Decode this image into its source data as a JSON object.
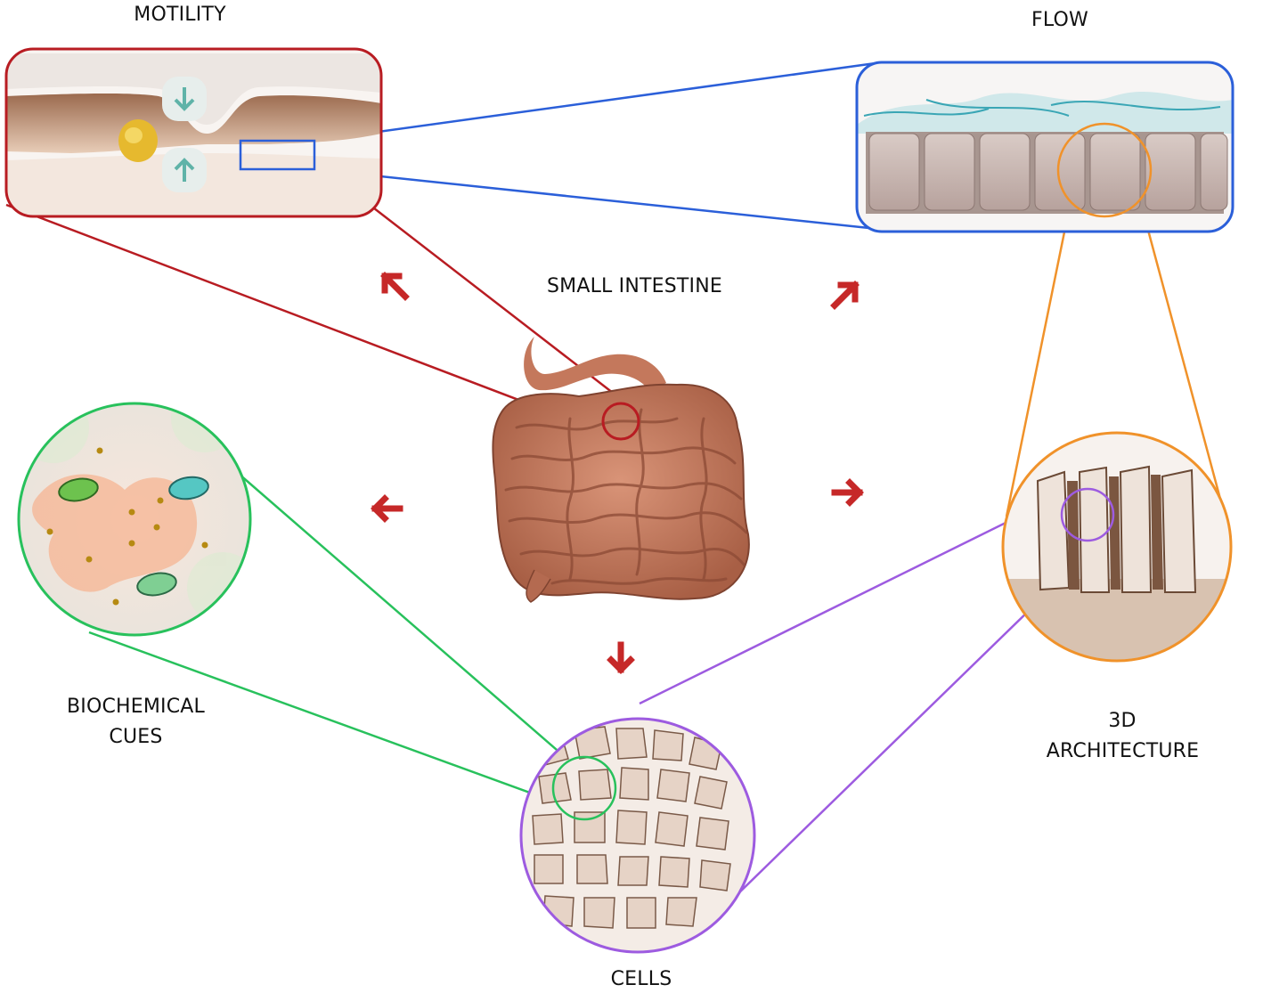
{
  "diagram": {
    "center": {
      "label": "SMALL INTESTINE"
    },
    "panels": [
      {
        "id": "motility",
        "label": "MOTILITY",
        "outline_color": "#b81c22"
      },
      {
        "id": "flow",
        "label": "FLOW",
        "outline_color": "#2b5fd9"
      },
      {
        "id": "architecture",
        "label_line1": "3D",
        "label_line2": "ARCHITECTURE",
        "outline_color": "#f0922a"
      },
      {
        "id": "cells",
        "label": "CELLS",
        "outline_color": "#9d5be0"
      },
      {
        "id": "biochemical",
        "label_line1": "BIOCHEMICAL",
        "label_line2": "CUES",
        "outline_color": "#28c15c"
      }
    ],
    "arrow_color": "#c62828"
  }
}
